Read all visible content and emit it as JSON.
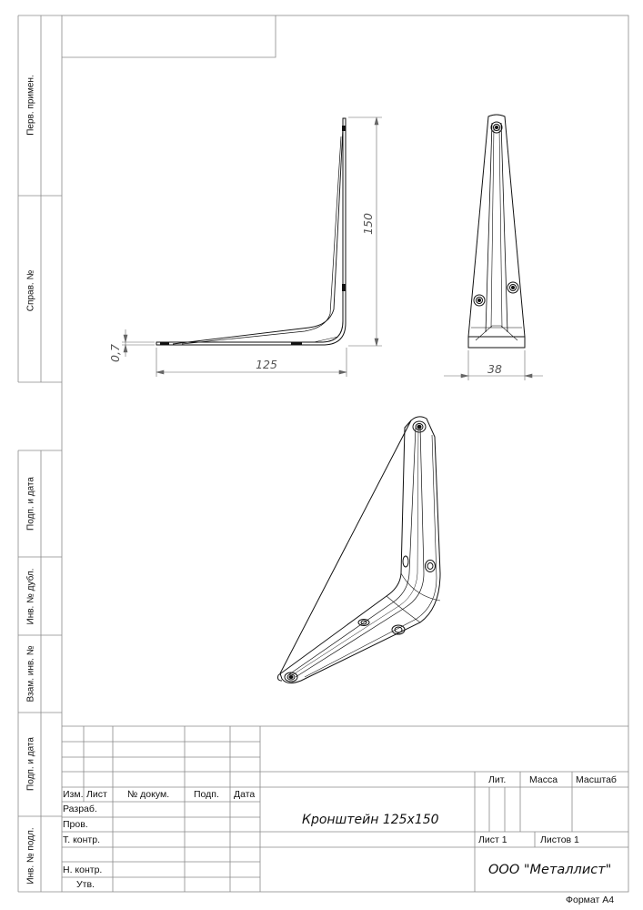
{
  "side_stamp": {
    "perv_primen": "Перв. примен.",
    "sprav_no": "Справ. №",
    "podp_data_1": "Подп. и дата",
    "inv_dubl": "Инв. № дубл.",
    "vzam_inv": "Взам. инв. №",
    "podp_data_2": "Подп. и дата",
    "inv_podl": "Инв. № подл."
  },
  "dimensions": {
    "height": "150",
    "length": "125",
    "thickness": "0,7",
    "width": "38"
  },
  "title_block": {
    "izm": "Изм.",
    "list": "Лист",
    "no_dokum": "№ докум.",
    "podp": "Подп.",
    "data": "Дата",
    "razrab": "Разраб.",
    "prov": "Пров.",
    "t_kontr": "Т. контр.",
    "n_kontr": "Н. контр.",
    "utv": "Утв.",
    "lit": "Лит.",
    "massa": "Масса",
    "masshtab": "Масштаб",
    "sheet": "Лист 1",
    "sheets": "Листов 1",
    "title": "Кронштейн 125х150",
    "company": "ООО \"Металлист\"",
    "format": "Формат А4"
  }
}
